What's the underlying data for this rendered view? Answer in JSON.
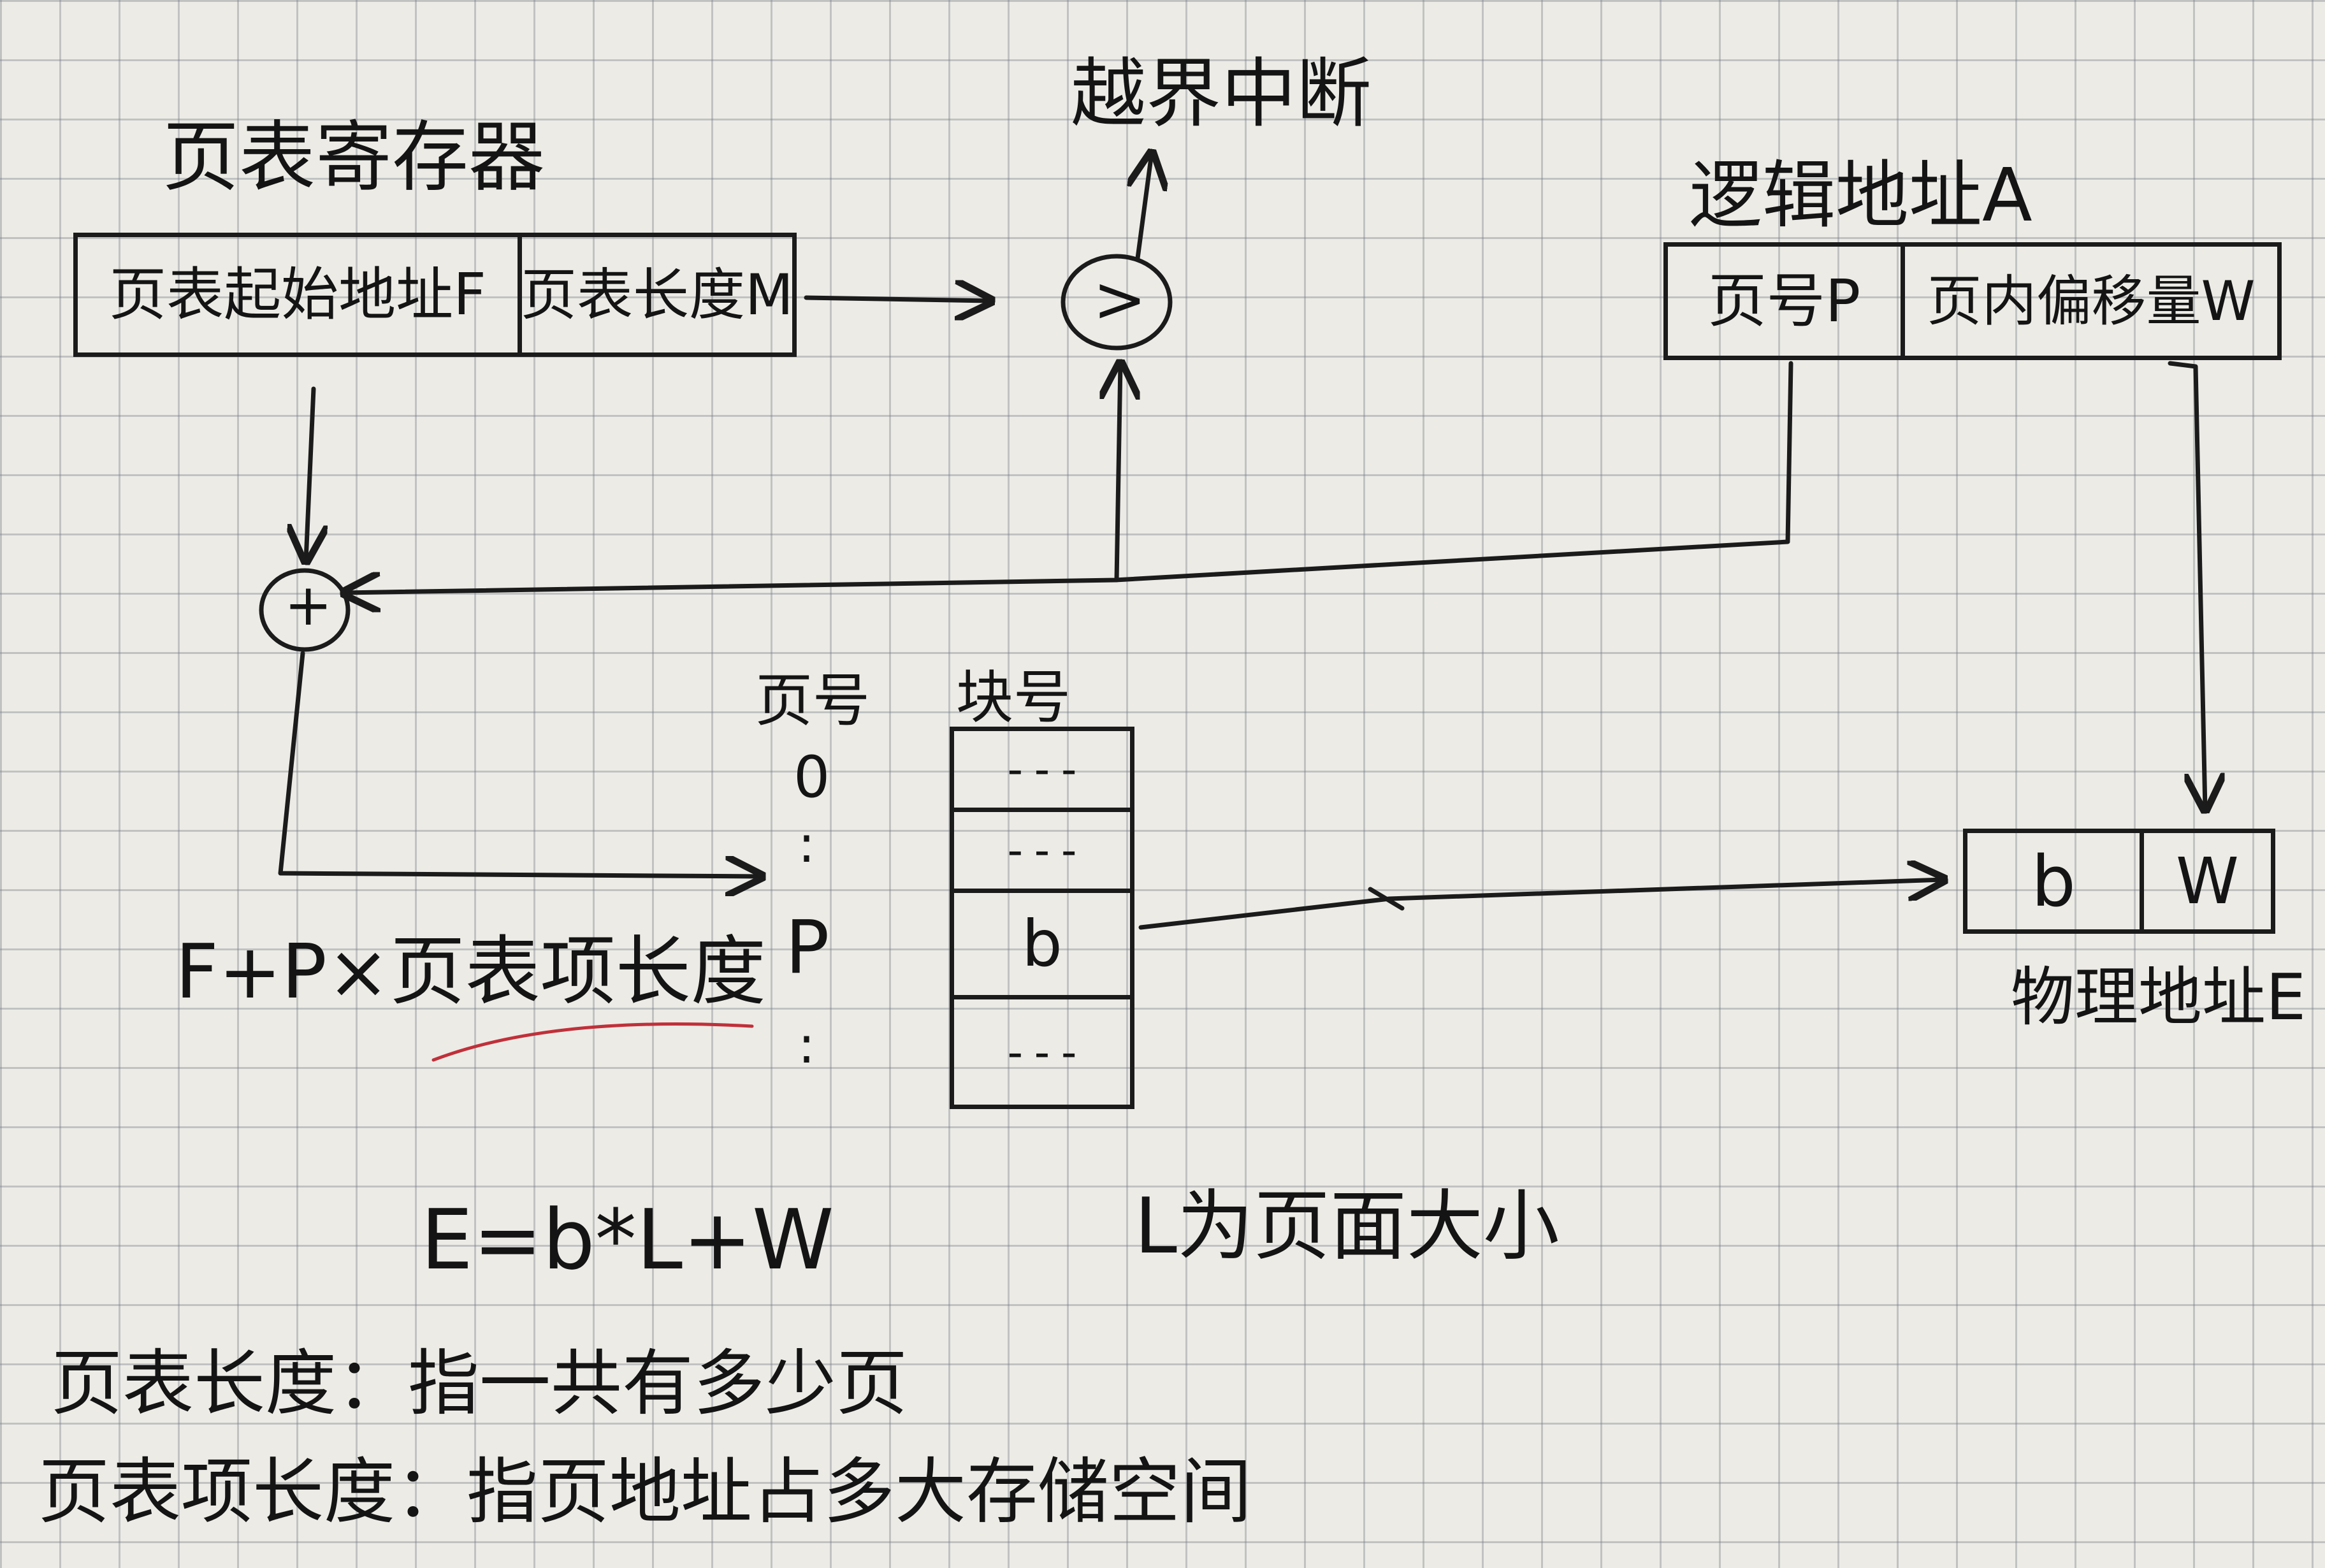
{
  "diagram": {
    "page_table_register": {
      "label": "页表寄存器",
      "start_field": "页表起始地址F",
      "length_field": "页表长度M"
    },
    "logical_address": {
      "label": "逻辑地址A",
      "page_field": "页号P",
      "offset_field": "页内偏移量W"
    },
    "compare_symbol": ">",
    "out_of_bounds": "越界中断",
    "adder_symbol": "+",
    "page_table": {
      "page_header": "页号",
      "block_header": "块号",
      "page_index_start": "0",
      "page_index_p": "P",
      "rows": [
        "---",
        "---",
        "b",
        "---"
      ],
      "ellipsis": ":"
    },
    "formula_entry": "F+P×页表项长度",
    "physical_address": {
      "label": "物理地址E",
      "block_field": "b",
      "offset_field": "W"
    },
    "formula_physical": "E=b*L+W",
    "note_L": "L为页面大小",
    "notes": [
      "页表长度：指一共有多少页",
      "页表项长度：指页地址占多大存储空间"
    ],
    "colors": {
      "ink": "#1b1b1b",
      "underline": "#c0303a",
      "paper": "#ecebe6",
      "grid": "#80858f"
    }
  }
}
